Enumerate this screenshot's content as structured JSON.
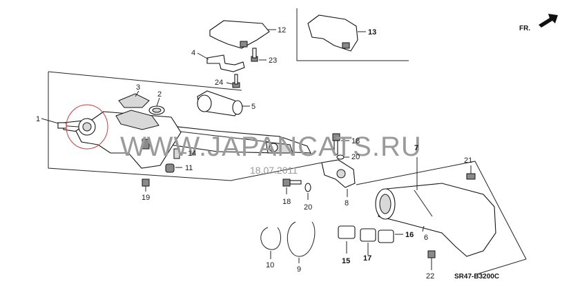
{
  "diagram": {
    "labels": {
      "p1": "1",
      "p2": "2",
      "p3": "3",
      "p4": "4",
      "p5": "5",
      "p6": "6",
      "p7": "7",
      "p8": "8",
      "p9": "9",
      "p10": "10",
      "p11": "11",
      "p12": "12",
      "p13": "13",
      "p14": "14",
      "p15": "15",
      "p16": "16",
      "p17": "17",
      "p18a": "18",
      "p18b": "18",
      "p19": "19",
      "p20a": "20",
      "p20b": "20",
      "p21": "21",
      "p22": "22",
      "p23": "23",
      "p24": "24"
    },
    "direction_label": "FR.",
    "diagram_code": "SR47-B3200C",
    "watermark": "WWW.JAPANCATS.RU",
    "date_stamp": "18.07.2011",
    "colors": {
      "line": "#222222",
      "highlight_circle": "#d23a3a",
      "watermark": "#9a9a9a"
    }
  }
}
